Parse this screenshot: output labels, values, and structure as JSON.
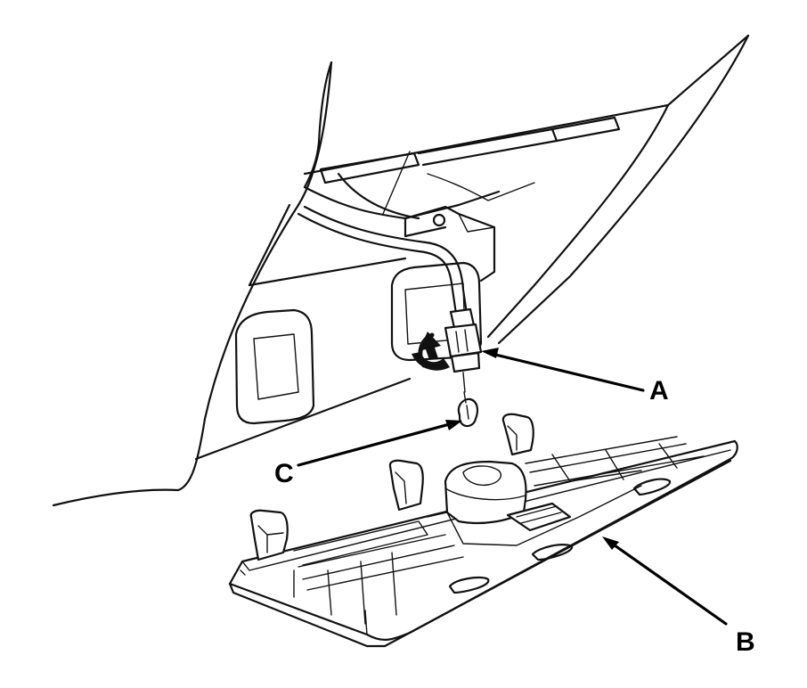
{
  "callouts": {
    "a": "A",
    "b": "B",
    "c": "C"
  },
  "colors": {
    "line": "#111111",
    "background": "#ffffff"
  }
}
